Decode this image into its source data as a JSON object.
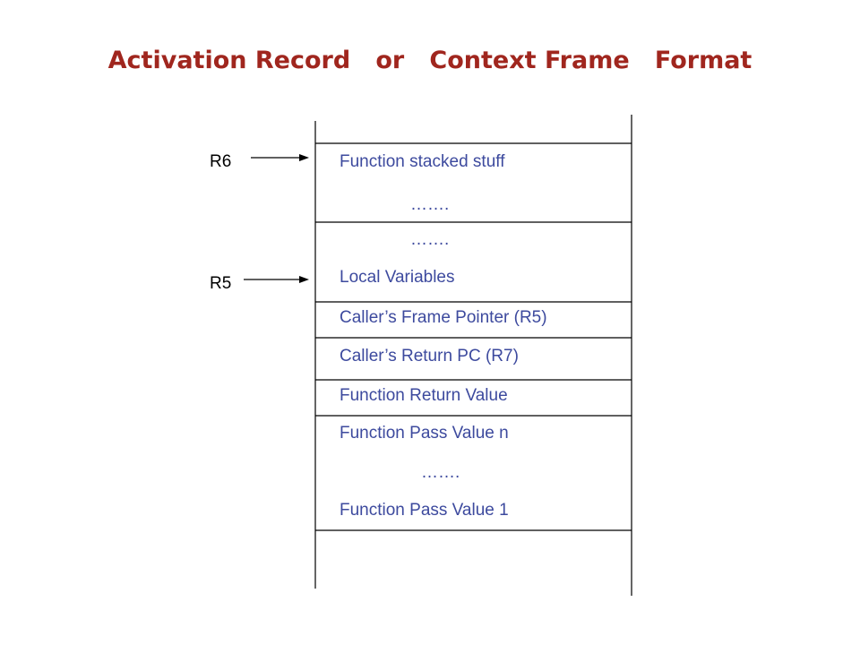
{
  "title": "Activation Record   or   Context Frame   Format",
  "pointers": [
    {
      "label": "R6"
    },
    {
      "label": "R5"
    }
  ],
  "stack_rows": [
    {
      "text": "Function stacked stuff"
    },
    {
      "text": "……."
    },
    {
      "text": "……."
    },
    {
      "text": "Local Variables"
    },
    {
      "text": "Caller’s Frame Pointer (R5)"
    },
    {
      "text": "Caller’s Return PC (R7)"
    },
    {
      "text": "Function Return Value"
    },
    {
      "text": "Function Pass Value n"
    },
    {
      "text": "……."
    },
    {
      "text": "Function Pass Value 1"
    }
  ],
  "colors": {
    "title": "#a0261e",
    "cell_text": "#3d4a9e",
    "lines": "#000000"
  }
}
